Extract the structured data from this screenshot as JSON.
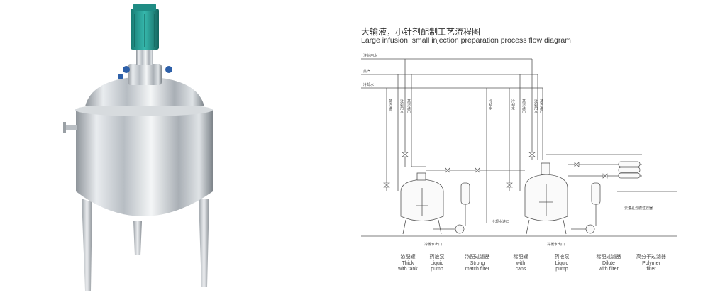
{
  "title": {
    "cn": "大输液，小针剂配制工艺流程图",
    "en": "Large infusion, small injection preparation process flow diagram"
  },
  "pipe_labels": {
    "injection_water": "注射用水",
    "steam": "蒸汽",
    "cooling_water": "冷却水",
    "cooling_water_in": "冷却水进口",
    "cooling_water_out": "冷凝水出口",
    "to_filter": "去灌孔滤膜过滤器"
  },
  "vertical_labels": {
    "v1": "蒸汽进口",
    "v2": "注射用水",
    "v3": "蒸汽进口",
    "v4": "冷却水",
    "v5": "冷却水",
    "v6": "蒸汽进口",
    "v7": "注射用水",
    "v8": "蒸汽进口"
  },
  "captions": [
    {
      "cn": "浓配罐",
      "en1": "Thick",
      "en2": "with tank"
    },
    {
      "cn": "药液泵",
      "en1": "Liquid",
      "en2": "pump"
    },
    {
      "cn": "浓配过滤器",
      "en1": "Strong",
      "en2": "match filter"
    },
    {
      "cn": "稀配罐",
      "en1": "with",
      "en2": "cans"
    },
    {
      "cn": "药液泵",
      "en1": "Liquid",
      "en2": "pump"
    },
    {
      "cn": "稀配过滤器",
      "en1": "Dilute",
      "en2": "with filter"
    },
    {
      "cn": "高分子过滤器",
      "en1": "Polymer",
      "en2": "filter"
    }
  ],
  "colors": {
    "line": "#555555",
    "steel": "#c9ced3",
    "motor": "#2aa39a"
  }
}
